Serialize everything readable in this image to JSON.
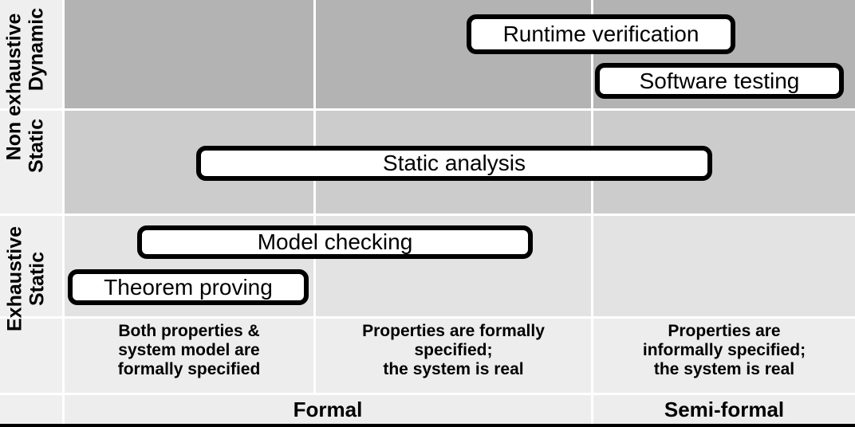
{
  "colors": {
    "row_dynamic_bg": "#b3b3b3",
    "row_static_bg": "#cccccc",
    "row_exhaustive_bg": "#e3e3e3",
    "row_footer_bg": "#ededed",
    "sidebar_bg": "#efefef",
    "grid_line": "#ffffff",
    "box_fill": "#ffffff",
    "box_border": "#000000",
    "bottom_bar": "#000000"
  },
  "sidebar": {
    "non_exhaustive_label": "Non exhaustive",
    "dynamic_label": "Dynamic",
    "non_exhaustive_static_label": "Static",
    "exhaustive_label": "Exhaustive",
    "exhaustive_static_label": "Static"
  },
  "techniques": {
    "runtime_verification": "Runtime verification",
    "software_testing": "Software testing",
    "static_analysis": "Static analysis",
    "model_checking": "Model checking",
    "theorem_proving": "Theorem proving"
  },
  "columns": [
    {
      "description": "Both properties &\nsystem model are\nformally specified"
    },
    {
      "description": "Properties are formally\nspecified;\nthe system is real"
    },
    {
      "description": "Properties are\ninformally specified;\nthe system is real"
    }
  ],
  "footer": {
    "formal_label": "Formal",
    "semi_formal_label": "Semi-formal"
  }
}
